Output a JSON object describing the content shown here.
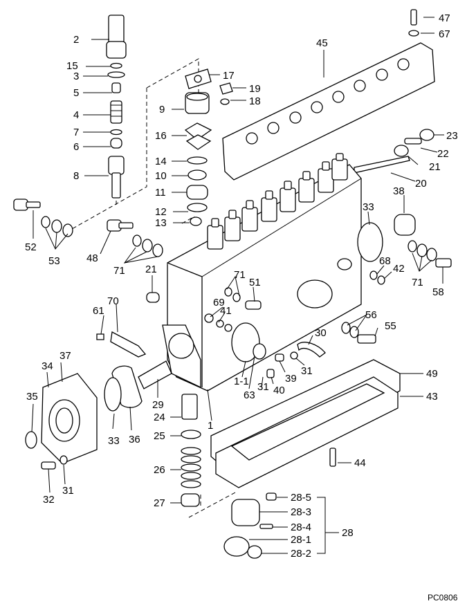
{
  "diagram_code": "PC0806",
  "callouts": [
    "2",
    "15",
    "3",
    "5",
    "4",
    "7",
    "6",
    "8",
    "47",
    "67",
    "45",
    "17",
    "19",
    "18",
    "9",
    "16",
    "14",
    "10",
    "11",
    "12",
    "13",
    "23",
    "22",
    "21",
    "20",
    "38",
    "33",
    "52",
    "53",
    "48",
    "71",
    "21",
    "68",
    "42",
    "71",
    "58",
    "61",
    "70",
    "69",
    "41",
    "51",
    "71",
    "56",
    "55",
    "30",
    "39",
    "31",
    "40",
    "37",
    "34",
    "35",
    "33",
    "36",
    "29",
    "24",
    "25",
    "26",
    "27",
    "1-1",
    "31",
    "63",
    "1",
    "49",
    "43",
    "44",
    "32",
    "31",
    "28-5",
    "28-3",
    "28-4",
    "28-1",
    "28-2",
    "28"
  ]
}
